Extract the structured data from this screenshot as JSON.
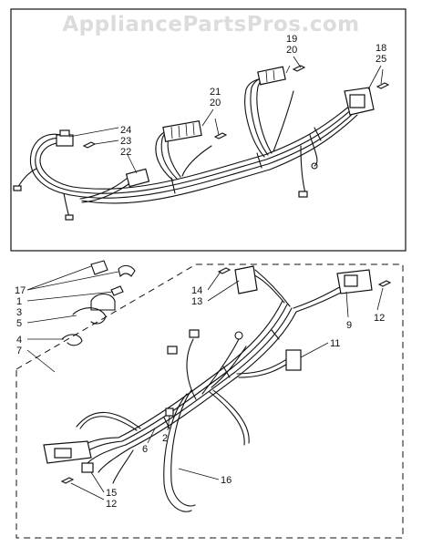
{
  "watermark": "AppliancePartsPros.com",
  "callouts": {
    "c18": "18",
    "c25": "25",
    "c19": "19",
    "c20a": "20",
    "c21": "21",
    "c20b": "20",
    "c24": "24",
    "c23": "23",
    "c22": "22",
    "c17": "17",
    "c1": "1",
    "c3": "3",
    "c5": "5",
    "c4": "4",
    "c7": "7",
    "c14": "14",
    "c13": "13",
    "c9": "9",
    "c12a": "12",
    "c11": "11",
    "c6": "6",
    "c2": "2",
    "c16": "16",
    "c15": "15",
    "c12b": "12"
  }
}
